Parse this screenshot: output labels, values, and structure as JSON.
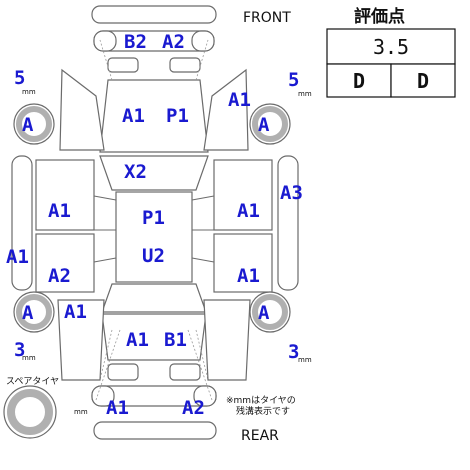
{
  "labels": {
    "front": "FRONT",
    "rear": "REAR",
    "score_title": "評価点",
    "spare_tire": "スペアタイヤ",
    "tread_note_1": "※mmはタイヤの",
    "tread_note_2": "残溝表示です",
    "mm": "mm"
  },
  "score": {
    "overall": "3.5",
    "interior": "D",
    "exterior": "D"
  },
  "tread_depth": {
    "front_left": "5",
    "front_right": "5",
    "rear_left": "3",
    "rear_right": "3"
  },
  "tire_codes": {
    "front_left": "A",
    "front_right": "A",
    "rear_left": "A",
    "rear_right": "A"
  },
  "damage_codes": {
    "front_bumper_left": "B2",
    "front_bumper_right": "A2",
    "hood_left": "A1",
    "hood_right": "P1",
    "windshield": "X2",
    "roof_top": "P1",
    "roof_bottom": "U2",
    "fender_front_right": "A1",
    "door_front_left": "A1",
    "door_front_right": "A1",
    "side_sill_right": "A3",
    "side_sill_left": "A1",
    "door_rear_left": "A2",
    "door_rear_right": "A1",
    "quarter_rear_left": "A1",
    "trunk_left": "A1",
    "trunk_right": "B1",
    "rear_bumper_left": "A1",
    "rear_bumper_right": "A2"
  }
}
